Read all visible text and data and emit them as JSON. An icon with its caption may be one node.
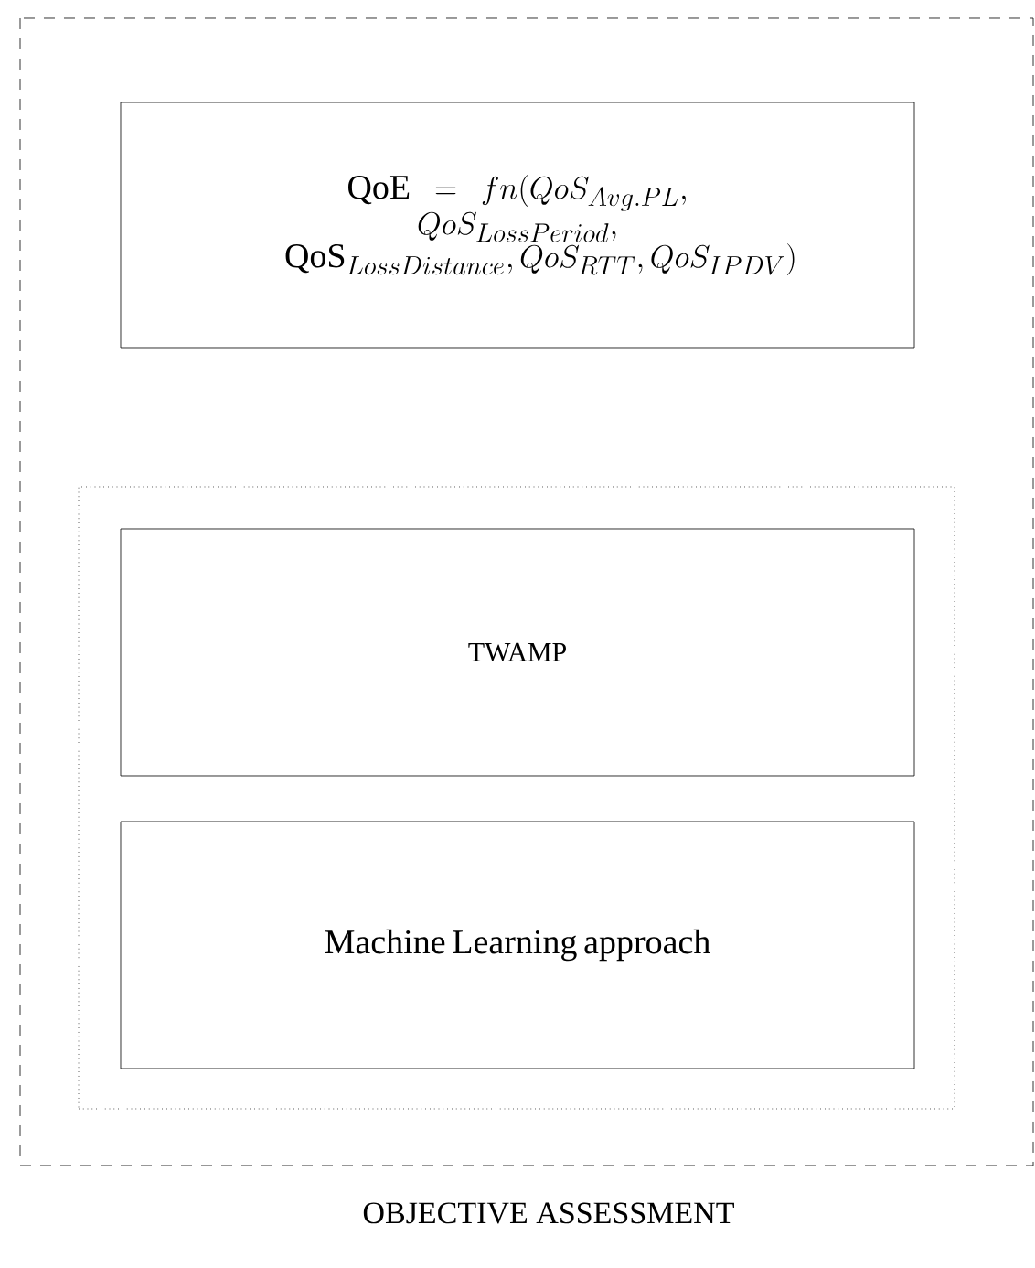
{
  "diagram": {
    "nodes": [
      {
        "text": [
          "OBJECTIVE ASSESSMENT"
        ]
      },
      {
        "text": [
          "\\mathrm{QoE} = \\allowbreak fn(QoS_{Avg.PL}, \\allowbreak QoS_{LossPeriod}, \\allowbreak \\mathrm{QoS}_{LossDistance}, QoS_{RTT}, QoS_{IPDV})"
        ],
        "in": 0
      },
      {
        "text": [],
        "shape": "box",
        "in": 0
      },
      {
        "text": [
          "TWAMP"
        ],
        "in": 2
      },
      {
        "text": [
          "Machine Learning approach"
        ],
        "in": 2
      }
    ]
  }
}
